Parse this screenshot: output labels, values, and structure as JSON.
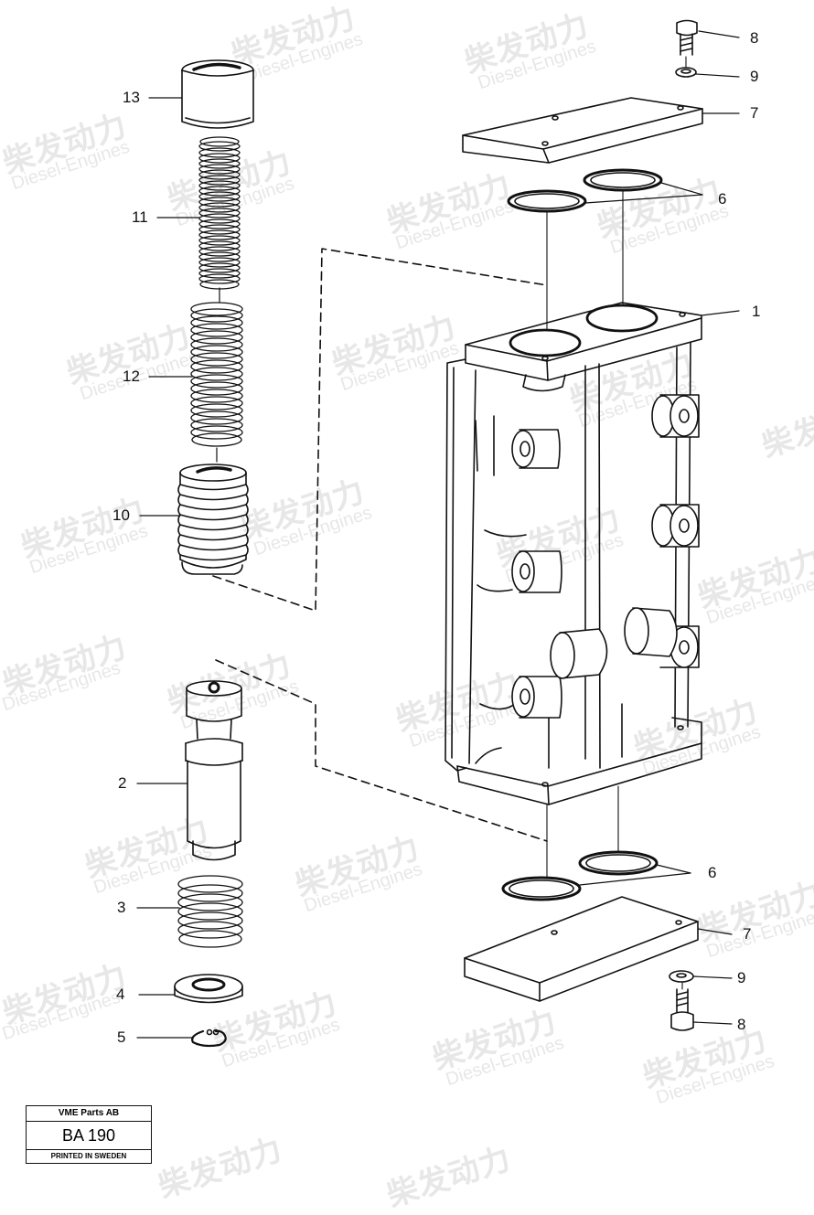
{
  "watermark": {
    "cn": "柴发动力",
    "en": "Diesel-Engines"
  },
  "callouts": [
    {
      "id": "c13",
      "label": "13"
    },
    {
      "id": "c11",
      "label": "11"
    },
    {
      "id": "c12",
      "label": "12"
    },
    {
      "id": "c10",
      "label": "10"
    },
    {
      "id": "c2",
      "label": "2"
    },
    {
      "id": "c3",
      "label": "3"
    },
    {
      "id": "c4",
      "label": "4"
    },
    {
      "id": "c5",
      "label": "5"
    },
    {
      "id": "c8a",
      "label": "8"
    },
    {
      "id": "c9a",
      "label": "9"
    },
    {
      "id": "c7a",
      "label": "7"
    },
    {
      "id": "c6a",
      "label": "6"
    },
    {
      "id": "c1",
      "label": "1"
    },
    {
      "id": "c6b",
      "label": "6"
    },
    {
      "id": "c7b",
      "label": "7"
    },
    {
      "id": "c9b",
      "label": "9"
    },
    {
      "id": "c8b",
      "label": "8"
    }
  ],
  "title_block": {
    "company": "VME Parts AB",
    "code": "BA 190",
    "printed": "PRINTED IN SWEDEN"
  }
}
